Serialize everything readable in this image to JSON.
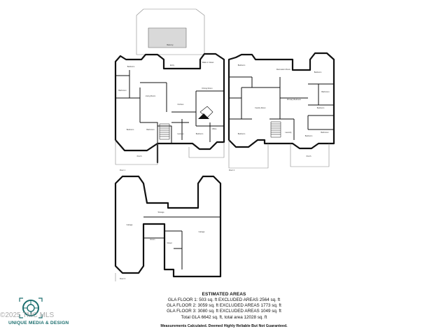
{
  "rooms_floor1": [
    "Bedroom",
    "Bathroom",
    "Living Room",
    "Kitchen",
    "Walk-in Closet",
    "Entry",
    "Dining Room",
    "Bedroom",
    "Bathroom",
    "Laundry",
    "Bedroom",
    "Porch",
    "Office",
    "Balcony"
  ],
  "rooms_floor2": [
    "Bedroom",
    "Recreation Room",
    "Bedroom",
    "Primary Bedroom",
    "Family Room",
    "Bathroom",
    "Bedroom",
    "Bedroom",
    "Laundry",
    "Bedroom",
    "Bathroom",
    "Porch"
  ],
  "rooms_floor3": [
    "Garage",
    "Storage",
    "Garage",
    "Room",
    "Closet"
  ],
  "floor_labels": {
    "f1": "Floor 1",
    "f2": "Floor 2",
    "f3": "Floor 3"
  },
  "areas": {
    "title": "ESTIMATED AREAS",
    "lines": [
      "GLA FLOOR 1: 503 sq. ft EXCLUDED AREAS 2564 sq. ft",
      "GLA FLOOR 2: 3059 sq. ft EXCLUDED AREAS 1773 sq. ft",
      "GLA FLOOR 3: 3080 sq. ft EXCLUDED AREAS 1049 sq. ft",
      "Total GLA 6642 sq. ft, total area 12028 sq. ft"
    ],
    "note": "Measurements Calculated. Deemed Highly Reliable But Not Guaranteed."
  },
  "branding": {
    "watermark": "©2025 TMC MLS",
    "logo_text": "UNIQUE MEDIA & DESIGN",
    "logo_icon": "camera-shutter-icon",
    "accent": "#1c6f6f"
  }
}
